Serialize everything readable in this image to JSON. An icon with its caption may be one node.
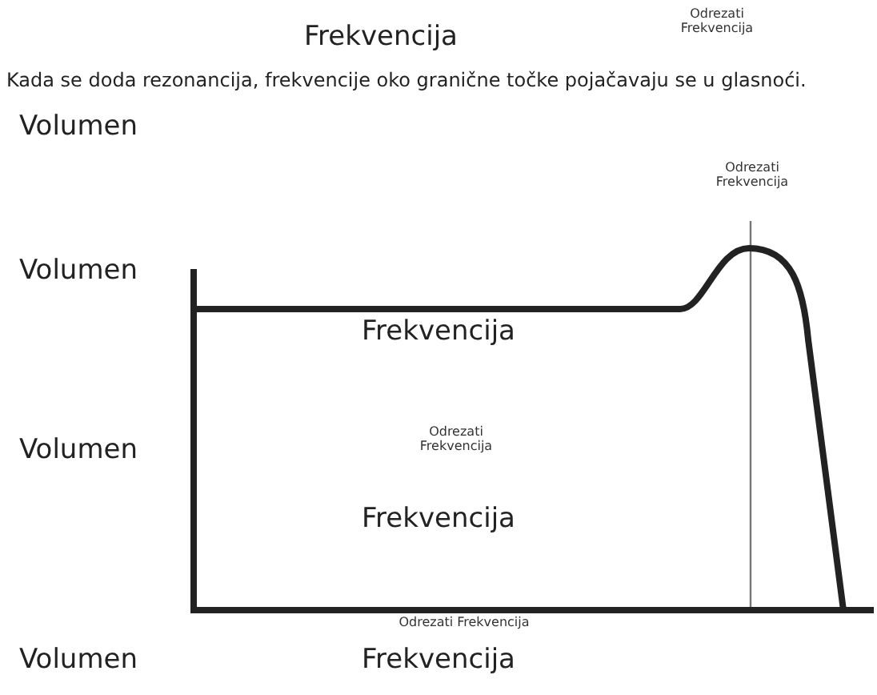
{
  "diagram": {
    "title": "Kada se doda rezonancija, frekvencije oko granične točke pojačavaju se u glasnoći.",
    "labels": [
      "Frekvencija",
      "Odrezati Frekvencija",
      "Volumen",
      "Odrezati Frekvencija",
      "Volumen",
      "Frekvencija",
      "Odrezati Frekvencija",
      "Volumen",
      "Frekvencija",
      "Odrezati Frekvencija",
      "Frekvencija",
      "Volumen"
    ]
  }
}
